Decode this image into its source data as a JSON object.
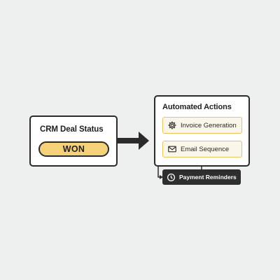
{
  "crm_card": {
    "title": "CRM Deal Status",
    "status": "WON"
  },
  "actions_card": {
    "title": "Automated Actions",
    "items": [
      {
        "label": "Invoice Generation",
        "icon": "gear-icon"
      },
      {
        "label": "Email Sequence",
        "icon": "envelope-icon"
      }
    ]
  },
  "reminder": {
    "label": "Payment Reminders",
    "icon": "clock-icon"
  },
  "colors": {
    "background": "#eef0f0",
    "badge_fill": "#f5d27a",
    "item_border": "#e8c35e",
    "dark": "#2b2b2b"
  }
}
